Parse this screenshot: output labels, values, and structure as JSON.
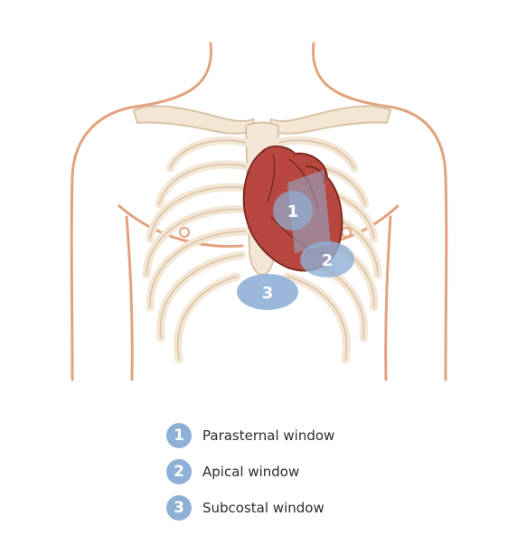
{
  "colors": {
    "skin_outline": "#e2a27c",
    "bone_fill": "#f4e6d4",
    "bone_stroke": "#d9c3a6",
    "heart": "#b8483f",
    "heart_dark": "#7c2a22",
    "window_blue": "#8fb0d6"
  },
  "windows": [
    {
      "number": "1",
      "label": "Parasternal window"
    },
    {
      "number": "2",
      "label": "Apical window"
    },
    {
      "number": "3",
      "label": "Subcostal window"
    }
  ]
}
